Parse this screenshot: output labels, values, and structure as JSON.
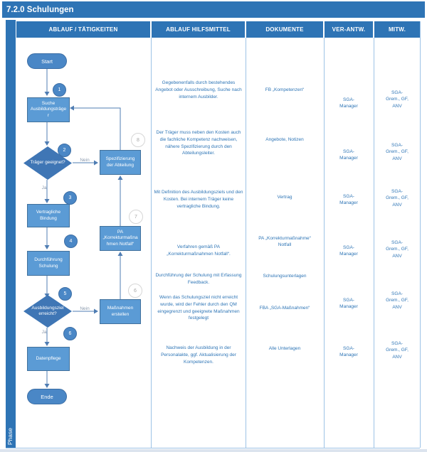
{
  "title": "7.2.0 Schulungen",
  "phase_label": "Phase",
  "headers": {
    "col1": "ABLAUF / TÄTIGKEITEN",
    "col2": "ABLAUF HILFSMITTEL",
    "col3": "DOKUMENTE",
    "col4": "VER-ANTW.",
    "col5": "MITW."
  },
  "flow": {
    "start_label": "Start",
    "end_label": "Ende",
    "yes_label": "Ja",
    "no_label": "Nein",
    "steps": {
      "suche": "Suche Ausbildungsträger",
      "geeignet": "Träger geeignet?",
      "spezifizierung": "Spezifizierung der Abteilung",
      "vertraglich": "Vertragliche Bindung",
      "durchfuehrung": "Durchführung Schulung",
      "pa_notfall": "PA „Korrekturmaßnahmen Notfall“",
      "ziel": "Ausbildungsziel erreicht?",
      "massnahmen": "Maßnahmen erstellen",
      "datenpflege": "Datenpflege"
    },
    "badges": {
      "b1": "1",
      "b2": "2",
      "b3": "3",
      "b4": "4",
      "b5": "5",
      "b6": "6",
      "l6": "6",
      "l7": "7",
      "l8": "8"
    }
  },
  "rows": [
    {
      "hilfsmittel": "Gegebenenfalls durch bestehendes Angebot oder Ausschreibung, Suche nach internem Ausbilder.",
      "dokumente": "FB „Kompetenzen“",
      "verantw": "SGA-Manager",
      "mitw": "SGA-Grem., GF, ANV"
    },
    {
      "hilfsmittel": "Der Träger muss neben den Kosten auch die fachliche Kompetenz nachweisen, nähere Spezifizierung durch den Abteilungsleiter.",
      "dokumente": "Angebote, Notizen",
      "verantw": "SGA-Manager",
      "mitw": "SGA-Grem., GF, ANV"
    },
    {
      "hilfsmittel": "Mit Definition des Ausbildungsziels und den Kosten. Bei internem Träger keine vertragliche Bindung.",
      "dokumente": "Vertrag",
      "verantw": "SGA-Manager",
      "mitw": "SGA-Grem., GF, ANV"
    },
    {
      "hilfsmittel": "Verfahren gemäß PA „Korrekturmaßnahmen Notfall“.",
      "dokumente": "PA „Korrekturmaßnahme“ Notfall",
      "verantw": "SGA-Manager",
      "mitw": "SGA-Grem., GF, ANV"
    },
    {
      "hilfsmittel": "Durchführung der Schulung mit Erfassung Feedback.",
      "dokumente": "Schulungsunterlagen",
      "verantw": "",
      "mitw": ""
    },
    {
      "hilfsmittel": "Wenn das Schulungsziel nicht erreicht wurde, wird der Fehler durch den QM eingegrenzt und geeignete Maßnahmen festgelegt",
      "dokumente": "FBA „SGA-Maßnahmen“",
      "verantw": "SGA-Manager",
      "mitw": "SGA-Grem., GF, ANV"
    },
    {
      "hilfsmittel": "Nachweis der Ausbildung in der Personalakte, ggf. Aktualisierung der Kompetenzen.",
      "dokumente": "Alle Unterlagen",
      "verantw": "SGA-Manager",
      "mitw": "SGA-Grem., GF, ANV"
    }
  ]
}
